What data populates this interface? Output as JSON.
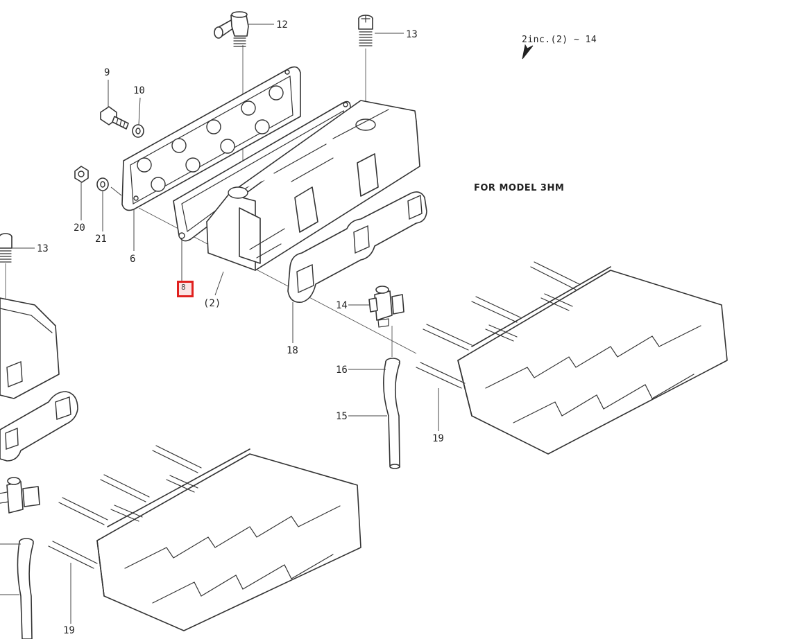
{
  "notes": {
    "include_note": "2inc.(2) ~ 14",
    "model_note": "FOR MODEL 3HM"
  },
  "callouts": {
    "c12": "12",
    "c13_top": "13",
    "c9": "9",
    "c10": "10",
    "c20": "20",
    "c21": "21",
    "c6": "6",
    "c13_left": "13",
    "c2": "(2)",
    "c18": "18",
    "c14": "14",
    "c16": "16",
    "c15": "15",
    "c19_right": "19",
    "c19_bottom": "19"
  },
  "highlight": {
    "label": "8",
    "color": "#e0201e"
  }
}
